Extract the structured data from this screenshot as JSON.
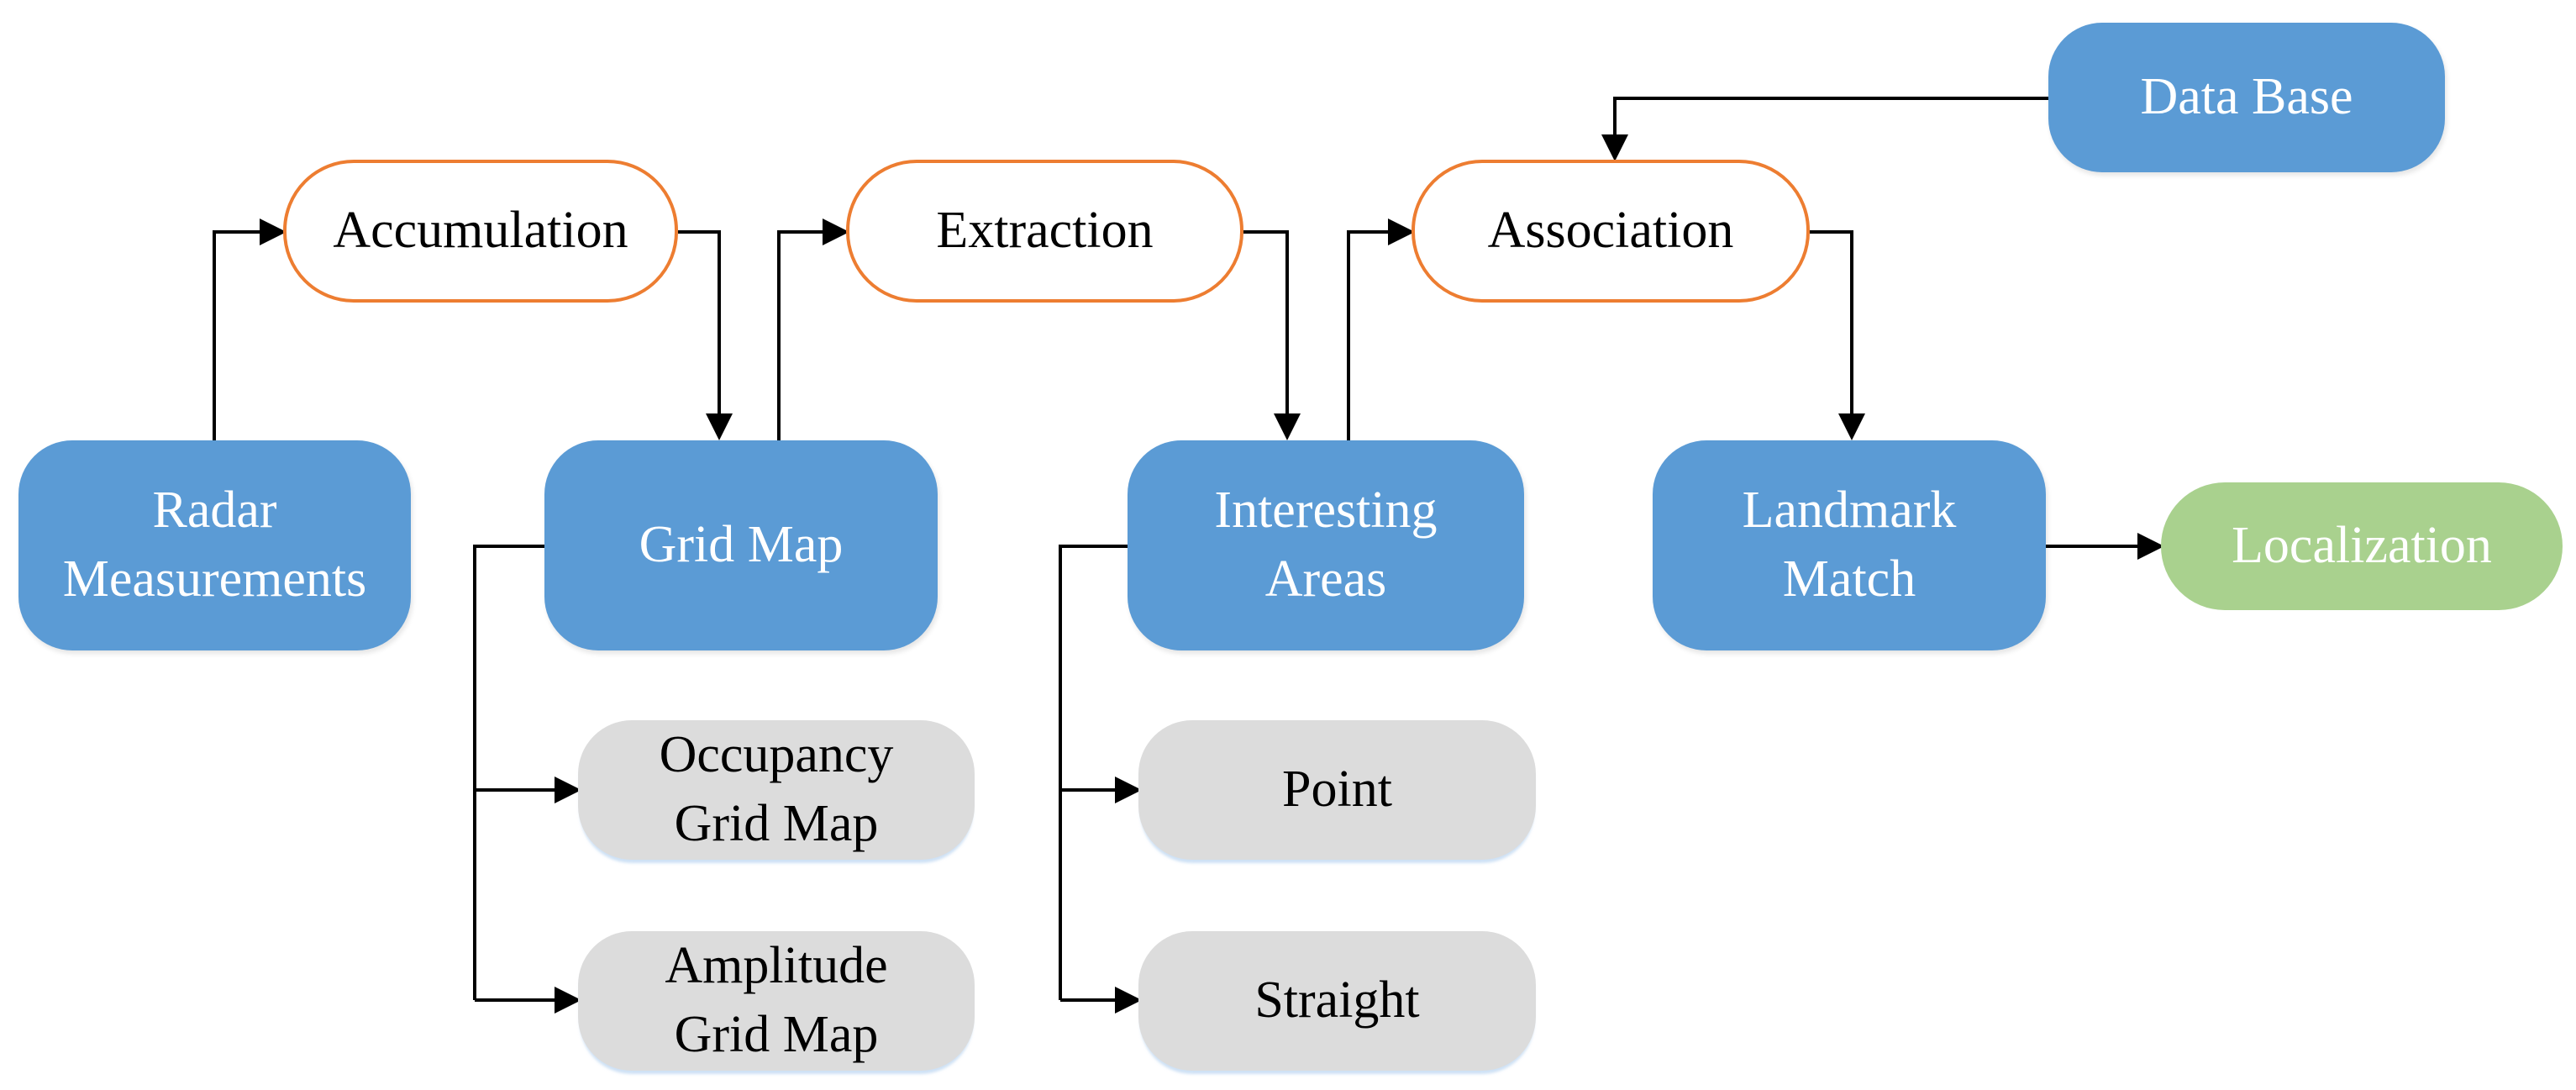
{
  "nodes": {
    "radar_measurements": "Radar\nMeasurements",
    "accumulation": "Accumulation",
    "grid_map": "Grid Map",
    "occupancy_grid_map": "Occupancy\nGrid Map",
    "amplitude_grid_map": "Amplitude\nGrid Map",
    "extraction": "Extraction",
    "interesting_areas": "Interesting\nAreas",
    "point": "Point",
    "straight": "Straight",
    "association": "Association",
    "data_base": "Data Base",
    "landmark_match": "Landmark\nMatch",
    "localization": "Localization"
  },
  "colors": {
    "process_fill": "#5b9bd5",
    "step_border": "#ed7d31",
    "subtype_fill": "#dcdcdc",
    "output_fill": "#a9d18e",
    "connector": "#000000"
  }
}
